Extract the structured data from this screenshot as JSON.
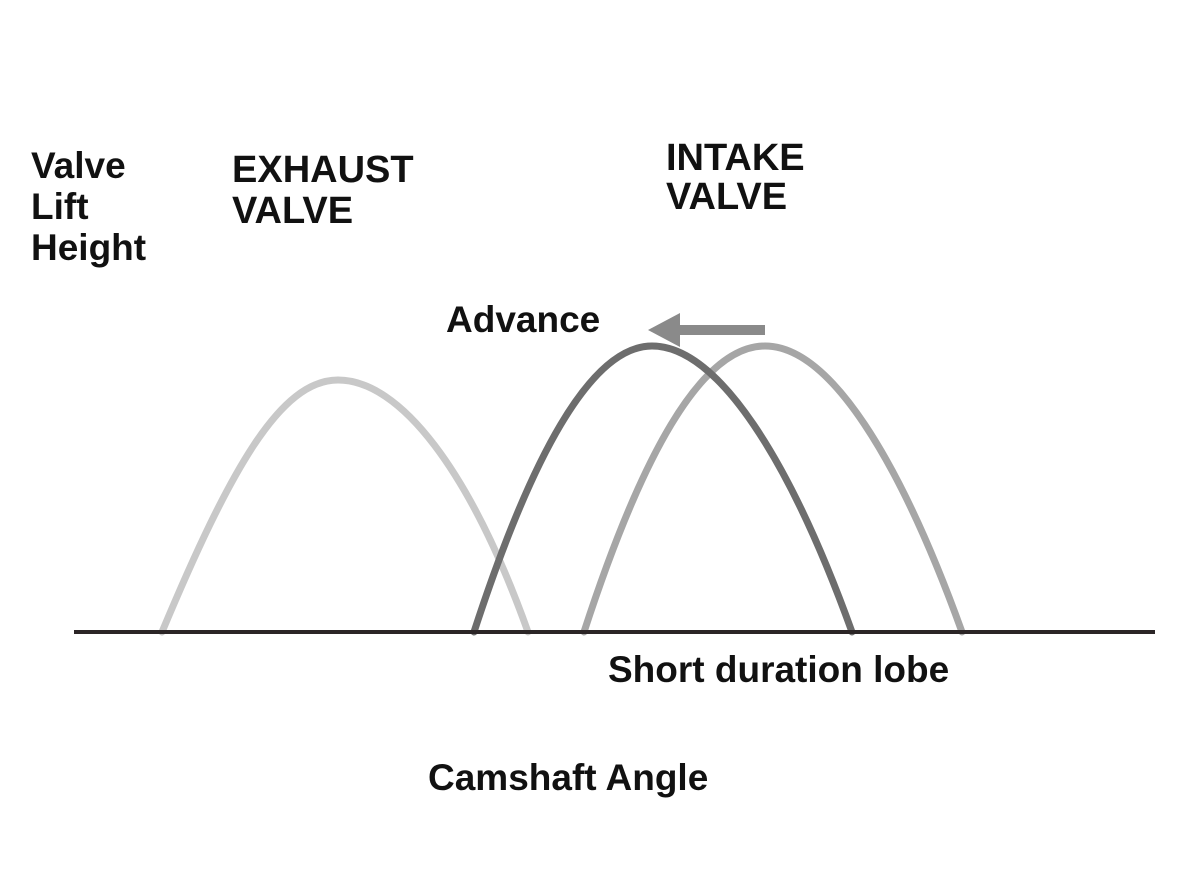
{
  "labels": {
    "y_axis_line1": "Valve",
    "y_axis_line2": "Lift",
    "y_axis_line3": "Height",
    "exhaust_line1": "EXHAUST",
    "exhaust_line2": "VALVE",
    "intake_line1": "INTAKE",
    "intake_line2": "VALVE",
    "advance": "Advance",
    "short_duration": "Short duration lobe",
    "x_axis": "Camshaft Angle"
  },
  "colors": {
    "baseline": "#2b2526",
    "exhaust_curve": "#c8c8c8",
    "advanced_intake_curve": "#6d6d6d",
    "intake_curve": "#a6a6a6",
    "advance_arrow": "#8a8a8a",
    "text": "#111111"
  },
  "curves": [
    {
      "id": "exhaust-lobe",
      "color_key": "exhaust_curve"
    },
    {
      "id": "advanced-intake-lobe",
      "color_key": "advanced_intake_curve"
    },
    {
      "id": "intake-lobe",
      "color_key": "intake_curve"
    }
  ]
}
